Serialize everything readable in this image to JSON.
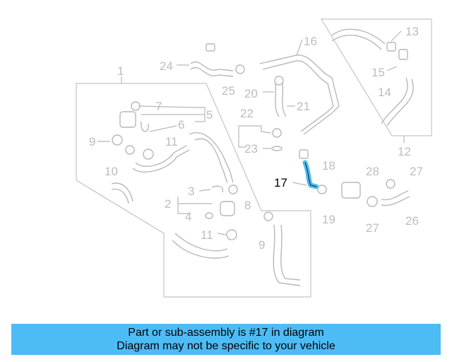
{
  "diagram": {
    "highlight_part": "17",
    "highlight_color": "#4dbcf5",
    "callouts": [
      "1",
      "2",
      "3",
      "4",
      "5",
      "6",
      "7",
      "8",
      "9",
      "9",
      "10",
      "11",
      "11",
      "12",
      "13",
      "14",
      "15",
      "16",
      "17",
      "18",
      "19",
      "20",
      "21",
      "22",
      "23",
      "24",
      "25",
      "26",
      "27",
      "27",
      "28"
    ]
  },
  "banner": {
    "line1": "Part or sub-assembly is #17 in diagram",
    "line2": "Diagram may not be specific to your vehicle",
    "color": "#4dbcf5"
  }
}
